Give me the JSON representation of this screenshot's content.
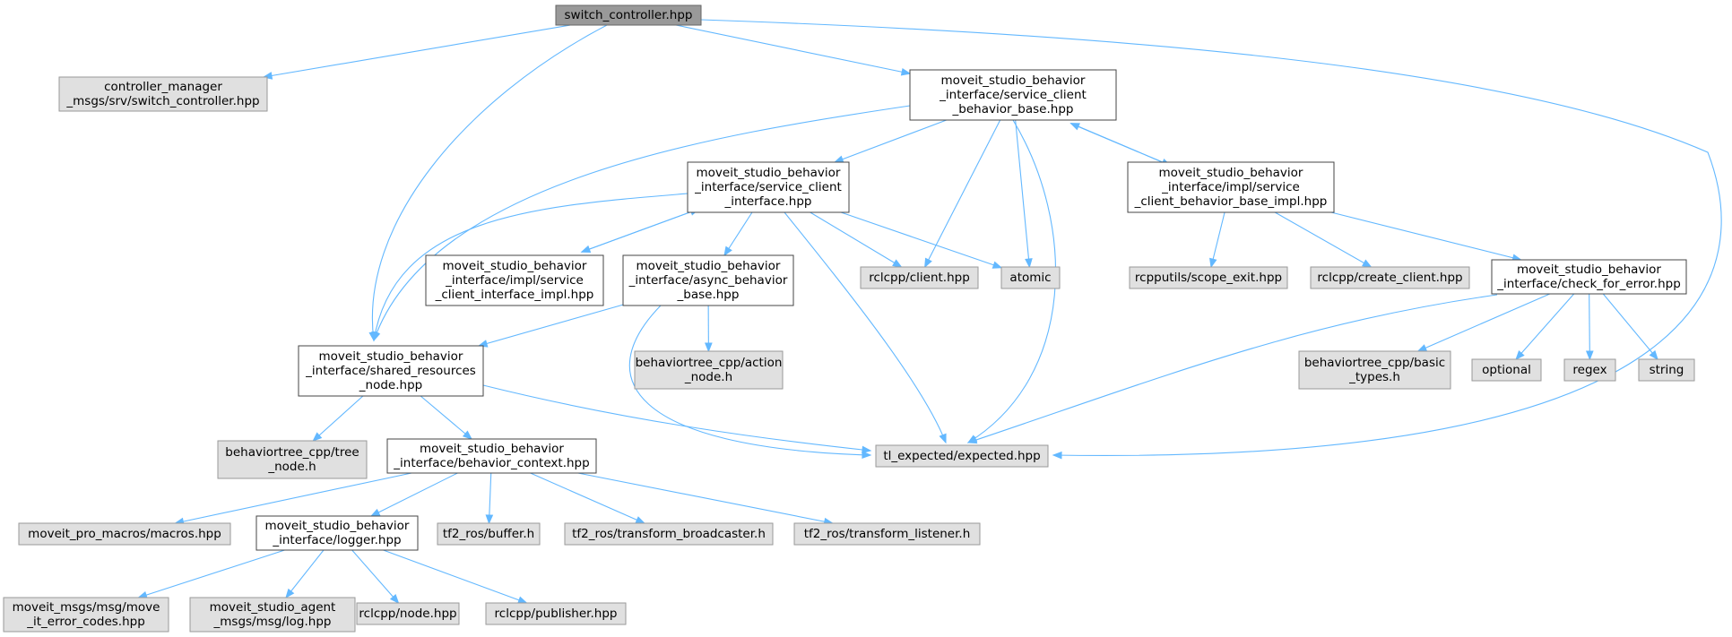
{
  "colors": {
    "root_fill": "#999999",
    "local_fill": "#ffffff",
    "external_fill": "#e0e0e0",
    "edge": "#63b8ff"
  },
  "nodes": {
    "switch_controller": {
      "lines": [
        "switch_controller.hpp"
      ],
      "kind": "root"
    },
    "cm_srv": {
      "lines": [
        "controller_manager",
        "_msgs/srv/switch_controller.hpp"
      ],
      "kind": "external"
    },
    "scbb": {
      "lines": [
        "moveit_studio_behavior",
        "_interface/service_client",
        "_behavior_base.hpp"
      ],
      "kind": "local"
    },
    "sci": {
      "lines": [
        "moveit_studio_behavior",
        "_interface/service_client",
        "_interface.hpp"
      ],
      "kind": "local"
    },
    "scbbi": {
      "lines": [
        "moveit_studio_behavior",
        "_interface/impl/service",
        "_client_behavior_base_impl.hpp"
      ],
      "kind": "local"
    },
    "scii": {
      "lines": [
        "moveit_studio_behavior",
        "_interface/impl/service",
        "_client_interface_impl.hpp"
      ],
      "kind": "local"
    },
    "abb": {
      "lines": [
        "moveit_studio_behavior",
        "_interface/async_behavior",
        "_base.hpp"
      ],
      "kind": "local"
    },
    "rclcpp_client": {
      "lines": [
        "rclcpp/client.hpp"
      ],
      "kind": "external"
    },
    "atomic": {
      "lines": [
        "atomic"
      ],
      "kind": "external"
    },
    "scope_exit": {
      "lines": [
        "rcpputils/scope_exit.hpp"
      ],
      "kind": "external"
    },
    "create_client": {
      "lines": [
        "rclcpp/create_client.hpp"
      ],
      "kind": "external"
    },
    "cfe": {
      "lines": [
        "moveit_studio_behavior",
        "_interface/check_for_error.hpp"
      ],
      "kind": "local"
    },
    "srn": {
      "lines": [
        "moveit_studio_behavior",
        "_interface/shared_resources",
        "_node.hpp"
      ],
      "kind": "local"
    },
    "action_node": {
      "lines": [
        "behaviortree_cpp/action",
        "_node.h"
      ],
      "kind": "external"
    },
    "basic_types": {
      "lines": [
        "behaviortree_cpp/basic",
        "_types.h"
      ],
      "kind": "external"
    },
    "optional": {
      "lines": [
        "optional"
      ],
      "kind": "external"
    },
    "regex": {
      "lines": [
        "regex"
      ],
      "kind": "external"
    },
    "string": {
      "lines": [
        "string"
      ],
      "kind": "external"
    },
    "tree_node": {
      "lines": [
        "behaviortree_cpp/tree",
        "_node.h"
      ],
      "kind": "external"
    },
    "bctx": {
      "lines": [
        "moveit_studio_behavior",
        "_interface/behavior_context.hpp"
      ],
      "kind": "local"
    },
    "expected": {
      "lines": [
        "tl_expected/expected.hpp"
      ],
      "kind": "external"
    },
    "macros": {
      "lines": [
        "moveit_pro_macros/macros.hpp"
      ],
      "kind": "external"
    },
    "logger": {
      "lines": [
        "moveit_studio_behavior",
        "_interface/logger.hpp"
      ],
      "kind": "local"
    },
    "tf2_buffer": {
      "lines": [
        "tf2_ros/buffer.h"
      ],
      "kind": "external"
    },
    "tf2_broadcaster": {
      "lines": [
        "tf2_ros/transform_broadcaster.h"
      ],
      "kind": "external"
    },
    "tf2_listener": {
      "lines": [
        "tf2_ros/transform_listener.h"
      ],
      "kind": "external"
    },
    "move_it_error_codes": {
      "lines": [
        "moveit_msgs/msg/move",
        "_it_error_codes.hpp"
      ],
      "kind": "external"
    },
    "agent_log": {
      "lines": [
        "moveit_studio_agent",
        "_msgs/msg/log.hpp"
      ],
      "kind": "external"
    },
    "rclcpp_node": {
      "lines": [
        "rclcpp/node.hpp"
      ],
      "kind": "external"
    },
    "rclcpp_publisher": {
      "lines": [
        "rclcpp/publisher.hpp"
      ],
      "kind": "external"
    }
  },
  "edges": [
    [
      "switch_controller",
      "cm_srv"
    ],
    [
      "switch_controller",
      "scbb"
    ],
    [
      "switch_controller",
      "srn"
    ],
    [
      "switch_controller",
      "expected"
    ],
    [
      "scbb",
      "sci"
    ],
    [
      "scbb",
      "scbbi"
    ],
    [
      "scbb",
      "srn"
    ],
    [
      "scbb",
      "rclcpp_client"
    ],
    [
      "scbb",
      "atomic"
    ],
    [
      "scbb",
      "expected"
    ],
    [
      "scbbi",
      "scbb"
    ],
    [
      "scbbi",
      "scope_exit"
    ],
    [
      "scbbi",
      "create_client"
    ],
    [
      "scbbi",
      "cfe"
    ],
    [
      "sci",
      "scii"
    ],
    [
      "sci",
      "abb"
    ],
    [
      "sci",
      "srn"
    ],
    [
      "sci",
      "rclcpp_client"
    ],
    [
      "sci",
      "atomic"
    ],
    [
      "sci",
      "expected"
    ],
    [
      "scii",
      "sci"
    ],
    [
      "abb",
      "srn"
    ],
    [
      "abb",
      "action_node"
    ],
    [
      "abb",
      "expected"
    ],
    [
      "cfe",
      "expected"
    ],
    [
      "cfe",
      "basic_types"
    ],
    [
      "cfe",
      "optional"
    ],
    [
      "cfe",
      "regex"
    ],
    [
      "cfe",
      "string"
    ],
    [
      "srn",
      "tree_node"
    ],
    [
      "srn",
      "bctx"
    ],
    [
      "srn",
      "expected"
    ],
    [
      "bctx",
      "macros"
    ],
    [
      "bctx",
      "logger"
    ],
    [
      "bctx",
      "tf2_buffer"
    ],
    [
      "bctx",
      "tf2_broadcaster"
    ],
    [
      "bctx",
      "tf2_listener"
    ],
    [
      "logger",
      "move_it_error_codes"
    ],
    [
      "logger",
      "agent_log"
    ],
    [
      "logger",
      "rclcpp_node"
    ],
    [
      "logger",
      "rclcpp_publisher"
    ]
  ]
}
